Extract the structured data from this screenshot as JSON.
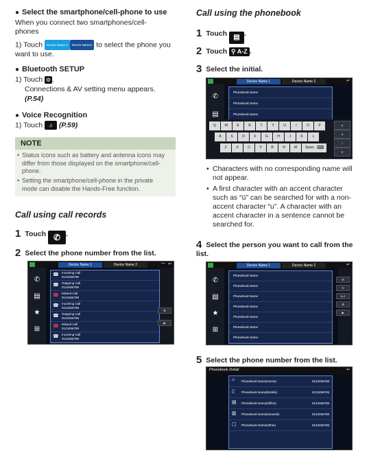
{
  "left": {
    "sec1": {
      "title": "Select the smartphone/cell-phone to use",
      "desc": "When you connect two smartphones/cell-phones",
      "step_pre": "1) Touch",
      "chip_a": "Device Name 1",
      "chip_b": "Device Name2",
      "step_post": "to select the phone you want to use."
    },
    "sec2": {
      "title": "Bluetooth SETUP",
      "step_pre": "1) Touch",
      "step_line2": "Connections & AV setting menu appears.",
      "ref": "(P.54)"
    },
    "sec3": {
      "title": "Voice Recognition",
      "step_pre": "1) Touch",
      "ref": "(P.59)"
    },
    "note": {
      "title": "NOTE",
      "items": [
        "Status icons such as battery and antenna icons may differ from those displayed on the smartphone/cell-phone.",
        "Setting the smartphone/cell-phone in the private mode can disable the Hands-Free function."
      ]
    },
    "records": {
      "heading": "Call using call records",
      "step1_num": "1",
      "step1_text": "Touch",
      "step2_num": "2",
      "step2_text": "Select the phone number from the list.",
      "tabs": [
        "Device Name 1",
        "Device Name 2"
      ],
      "rows": [
        {
          "type": "Incoming Call",
          "number": "0123456789"
        },
        {
          "type": "Outgoing Call",
          "number": "0123456789"
        },
        {
          "type": "Missed Call",
          "number": "0123456789"
        },
        {
          "type": "Incoming Call",
          "number": "0123456789"
        },
        {
          "type": "Outgoing Call",
          "number": "0123456789"
        },
        {
          "type": "Missed Call",
          "number": "0123456789"
        },
        {
          "type": "Incoming Call",
          "number": "0123456789"
        }
      ]
    }
  },
  "right": {
    "heading": "Call using the phonebook",
    "step1_num": "1",
    "step1_text": "Touch",
    "step2_num": "2",
    "step2_text": "Touch",
    "step2_chip": "A-Z",
    "step3_num": "3",
    "step3_text": "Select the initial.",
    "kb_tabs": [
      "Device Name 1",
      "Device Name 2"
    ],
    "kb_rows": [
      "Phonebook Name",
      "Phonebook Name",
      "Phonebook Name"
    ],
    "keys_r1": [
      "Q",
      "W",
      "E",
      "R",
      "T",
      "Y",
      "U",
      "I",
      "O",
      "P"
    ],
    "keys_r2": [
      "A",
      "S",
      "D",
      "F",
      "G",
      "H",
      "J",
      "K",
      "L"
    ],
    "keys_r3": [
      "Z",
      "X",
      "C",
      "V",
      "B",
      "N",
      "M",
      "Space"
    ],
    "kb_side": [
      "A",
      "#",
      "I"
    ],
    "bullets": [
      "Characters with no corresponding name will not appear.",
      "A first character with an accent character such as “ü” can be searched for with a non-accent character “u”. A character with an accent character in a sentence cannot be searched for."
    ],
    "step4_num": "4",
    "step4_text": "Select the person you want to call from the list.",
    "pb_tabs": [
      "Device Name 1",
      "Device Name 2"
    ],
    "pb_rows": [
      "Phonebook Name",
      "Phonebook Name",
      "Phonebook Name",
      "Phonebook Name",
      "Phonebook Name",
      "Phonebook Name",
      "Phonebook Name"
    ],
    "pb_side": [
      "A-Z"
    ],
    "step5_num": "5",
    "step5_text": "Select the phone number from the list.",
    "detail_title": "Phonebook Detail",
    "detail_rows": [
      {
        "name": "Phonebook Name(Home)",
        "number": "0123456789"
      },
      {
        "name": "Phonebook Name(Mobile)",
        "number": "0123456789"
      },
      {
        "name": "Phonebook Name(Office)",
        "number": "0123456789"
      },
      {
        "name": "Phonebook Name(General)",
        "number": "0123456789"
      },
      {
        "name": "Phonebook Name(Other)",
        "number": "0123456789"
      }
    ]
  }
}
